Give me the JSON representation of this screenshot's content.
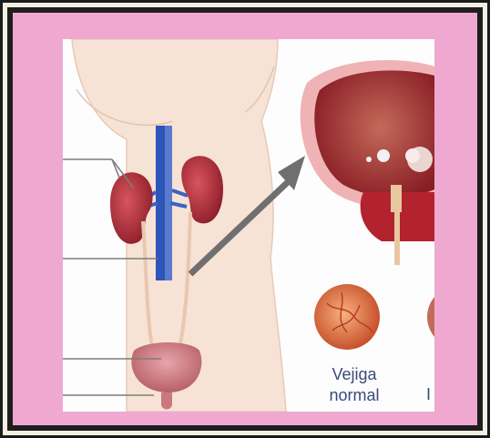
{
  "figure": {
    "caption_line1": "Vejiga",
    "caption_line2": "normal",
    "cut_off_label": "I"
  },
  "colors": {
    "pink_frame": "#efa9d0",
    "kidney": "#b8343f",
    "vein": "#2e55b8",
    "skin": "#f6e1d2",
    "arrow": "#6f6f6f",
    "bladder": "#c9787e"
  }
}
